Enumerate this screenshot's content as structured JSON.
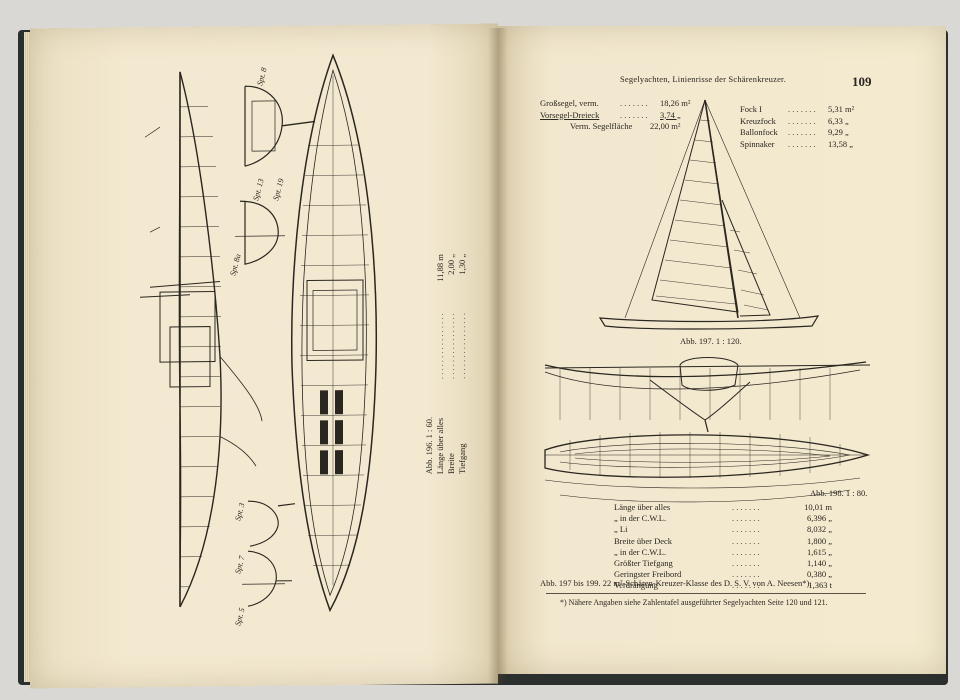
{
  "right_page": {
    "header": "Segelyachten, Linienrisse der Schärenkreuzer.",
    "page_number": "109",
    "sails_left": [
      {
        "label": "Großsegel, verm.",
        "value": "18,26 m²"
      },
      {
        "label": "Vorsegel-Dreieck",
        "value": "3,74 „"
      }
    ],
    "sail_total": {
      "label": "Verm. Segelfläche",
      "value": "22,00 m²"
    },
    "sails_right": [
      {
        "label": "Fock I",
        "value": "5,31 m²"
      },
      {
        "label": "Kreuzfock",
        "value": "6,33 „"
      },
      {
        "label": "Ballonfock",
        "value": "9,29 „"
      },
      {
        "label": "Spinnaker",
        "value": "13,58 „"
      }
    ],
    "figure_197": "Abb. 197.  1 : 120.",
    "figure_198": "Abb. 198.  1 : 80.",
    "dimensions": [
      {
        "label": "Länge über alles",
        "value": "10,01 m"
      },
      {
        "label": "„  in der C.W.L.",
        "value": "6,396 „"
      },
      {
        "label": "„  Li",
        "value": "8,032 „"
      },
      {
        "label": "Breite über Deck",
        "value": "1,800 „"
      },
      {
        "label": "„  in der C.W.L.",
        "value": "1,615 „"
      },
      {
        "label": "Größter Tiefgang",
        "value": "1,140 „"
      },
      {
        "label": "Geringster Freibord",
        "value": "0,380 „"
      },
      {
        "label": "Verdrängung",
        "value": "1,363 t"
      }
    ],
    "footer_caption": "Abb. 197 bis 199.  22 m²-Schären-Kreuzer-Klasse des D. S. V. von A. Neesen*).",
    "footnote": "*) Nähere Angaben siehe Zahlentafel ausgeführter Segelyachten Seite 120 und 121."
  },
  "left_page": {
    "figure_196": "Abb. 196.  1 : 60.",
    "dimensions": [
      {
        "label": "Länge über alles",
        "value": "11,88 m"
      },
      {
        "label": "Breite",
        "value": "2,00 „"
      },
      {
        "label": "Tiefgang",
        "value": "1,30 „"
      }
    ],
    "section_labels": [
      "Spt. 8",
      "Spt. 13",
      "Spt. 19",
      "Spt. 8a",
      "Spt. 3",
      "Spt. 7",
      "Spt. 5"
    ]
  },
  "colors": {
    "paper": "#f1e7cd",
    "ink": "#2a2620",
    "cover": "#2b2f2e",
    "background": "#d9d8d4"
  }
}
